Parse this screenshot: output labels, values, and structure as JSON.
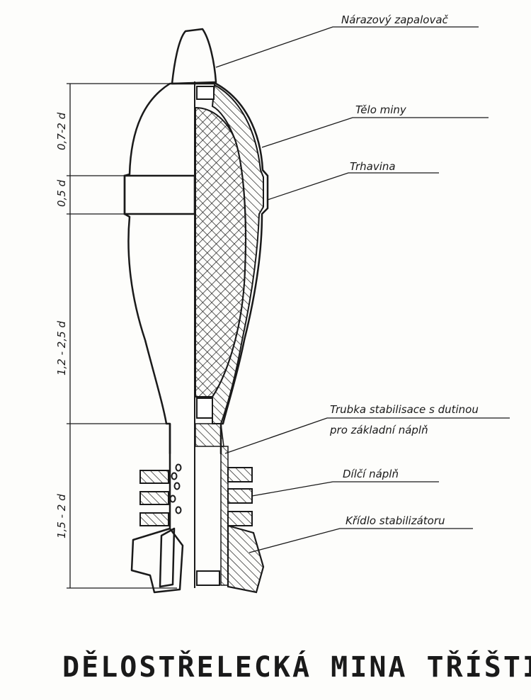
{
  "labels": {
    "fuze": "Nárazový zapalovač",
    "body": "Tělo miny",
    "explosive": "Trhavina",
    "tube_line1": "Trubka stabilisace s dutinou",
    "tube_line2": "pro základní náplň",
    "charge": "Dílčí náplň",
    "fin": "Křídlo stabilizátoru"
  },
  "dimensions": {
    "d1": "0,7-2 d",
    "d2": "0,5 d",
    "d3": "1,2 - 2,5 d",
    "d4": "1,5 - 2 d"
  },
  "title": "DĚLOSTŘELECKÁ MINA TŘÍŠTIVÁ"
}
